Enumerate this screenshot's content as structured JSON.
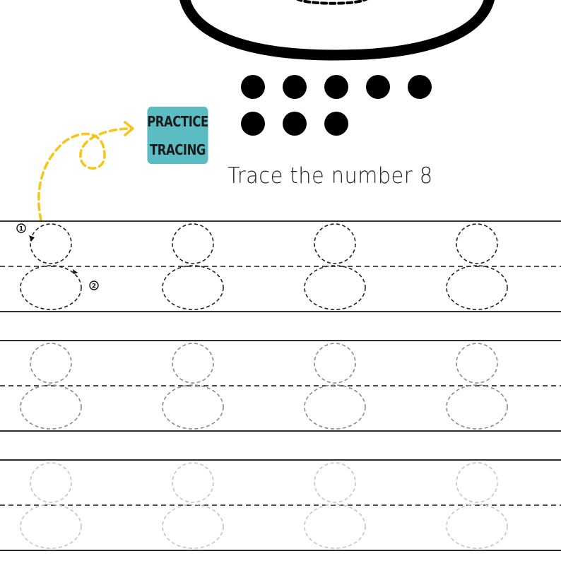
{
  "worksheet": {
    "badge_line1": "PRACTICE",
    "badge_line2": "TRACING",
    "title": "Trace the number 8",
    "counting_dots": 8,
    "accent_color": "#5bbcc4",
    "arrow_color": "#f5c518",
    "step_labels": [
      "1",
      "2"
    ],
    "tracing_rows": [
      {
        "digit": "8",
        "count": 4,
        "stroke_color": "#222222"
      },
      {
        "digit": "8",
        "count": 4,
        "stroke_color": "#8a8a8a"
      },
      {
        "digit": "8",
        "count": 4,
        "stroke_color": "#c4c4c4"
      }
    ]
  }
}
